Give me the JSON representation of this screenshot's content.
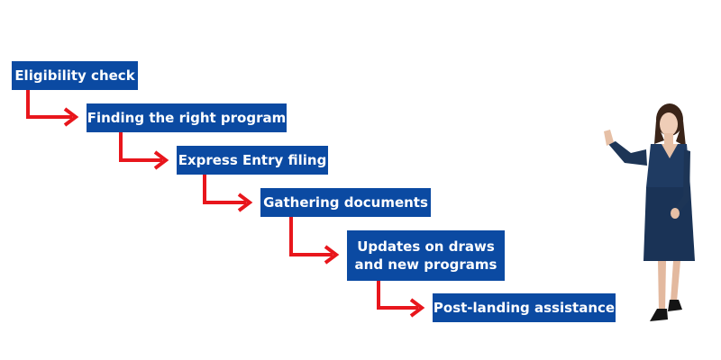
{
  "steps": [
    {
      "label": "Eligibility check"
    },
    {
      "label": "Finding the right program"
    },
    {
      "label": "Express Entry filing"
    },
    {
      "label": "Gathering documents"
    },
    {
      "line1": "Updates on draws",
      "line2": "and new programs"
    },
    {
      "label": "Post-landing assistance"
    }
  ],
  "colors": {
    "step_box": "#0b4aa2",
    "step_text": "#ffffff",
    "arrow": "#e8161c"
  }
}
